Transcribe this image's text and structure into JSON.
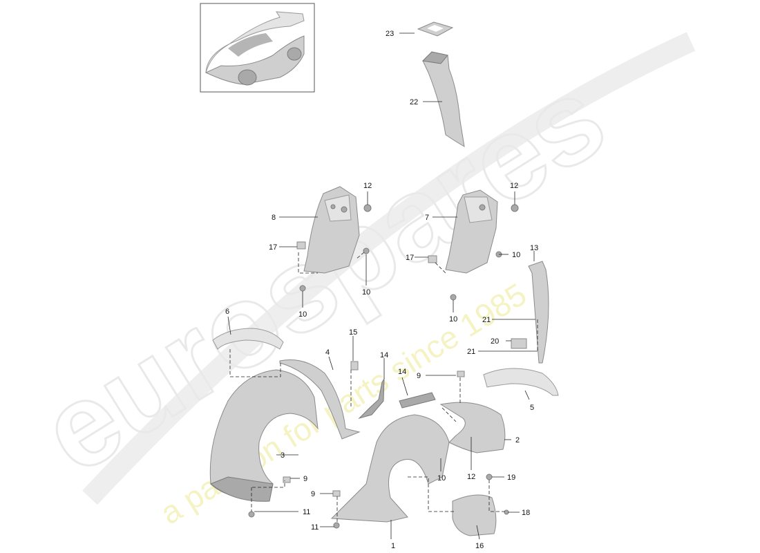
{
  "watermark": {
    "logo": "eurospares",
    "tagline": "a passion for parts since 1985"
  },
  "callouts": [
    "1",
    "2",
    "3",
    "4",
    "5",
    "6",
    "7",
    "8",
    "9",
    "9",
    "9",
    "10",
    "10",
    "10",
    "10",
    "10",
    "11",
    "11",
    "12",
    "12",
    "12",
    "13",
    "14",
    "14",
    "15",
    "16",
    "17",
    "17",
    "18",
    "19",
    "20",
    "21",
    "21",
    "22",
    "23"
  ],
  "colors": {
    "line": "#222222",
    "part": "#cfcfcf",
    "watermark": "#e9e9e9",
    "tagline": "#f5f3c4"
  }
}
